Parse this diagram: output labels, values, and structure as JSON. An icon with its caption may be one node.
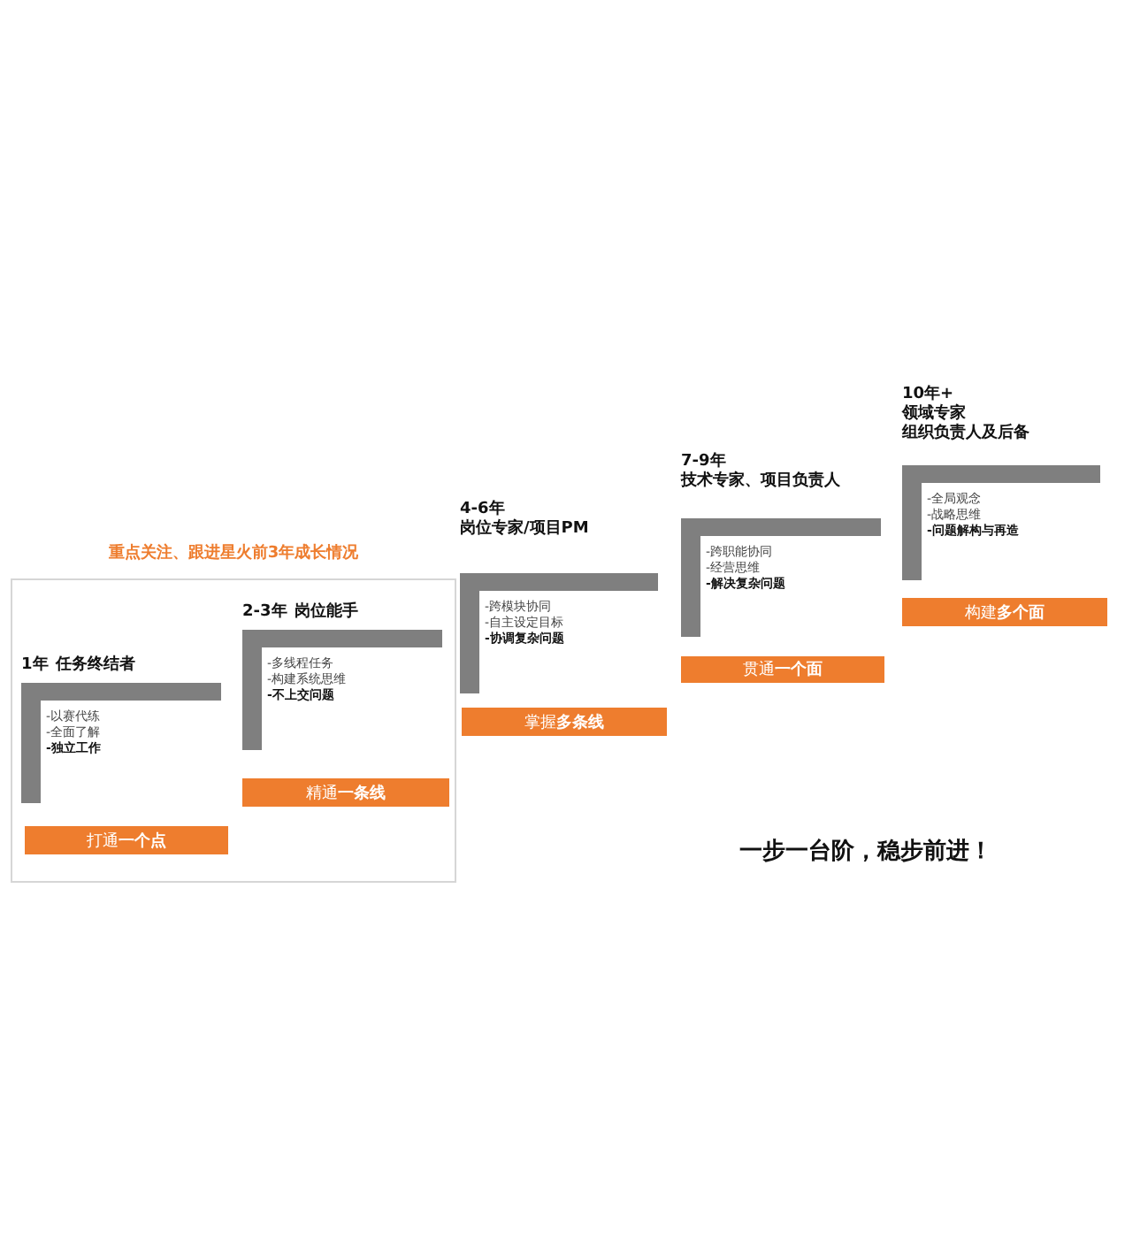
{
  "diagram": {
    "nodes": [
      {
        "text": [
          "重点关注、跟进星火前3年成长情况"
        ]
      },
      {
        "text": [
          "1年",
          "任务终结者",
          "-以赛代练",
          "-全面了解",
          "-独立工作"
        ],
        "in": 0
      },
      {
        "text": [
          "打通 **一个点**"
        ],
        "in": 0
      },
      {
        "text": [
          "2-3年",
          "岗位能手",
          "-多线程任务",
          "-构建系统思维",
          "-不上交问题"
        ],
        "in": 0
      },
      {
        "text": [
          "精通 **一条线**"
        ],
        "in": 0
      },
      {
        "text": [
          "4-6年",
          "岗位专家/项目PM",
          "-跨模块协同",
          "-自主设定目标",
          "-协调复杂问题"
        ]
      },
      {
        "text": [
          "掌握 **多条线**"
        ]
      },
      {
        "text": [
          "7-9年",
          "技术专家、项目负责人",
          "-跨职能协同",
          "-经营思维",
          "-解决复杂问题"
        ]
      },
      {
        "text": [
          "贯通 **一个面**"
        ]
      },
      {
        "text": [
          "10年+",
          "领域专家",
          "组织负责人及后备",
          "-全局观念",
          "-战略思维",
          "-问题解构与再造"
        ]
      },
      {
        "text": [
          "构建 **多个面**"
        ]
      }
    ],
    "labels": [
      "一步一台阶，稳步前进！"
    ]
  }
}
